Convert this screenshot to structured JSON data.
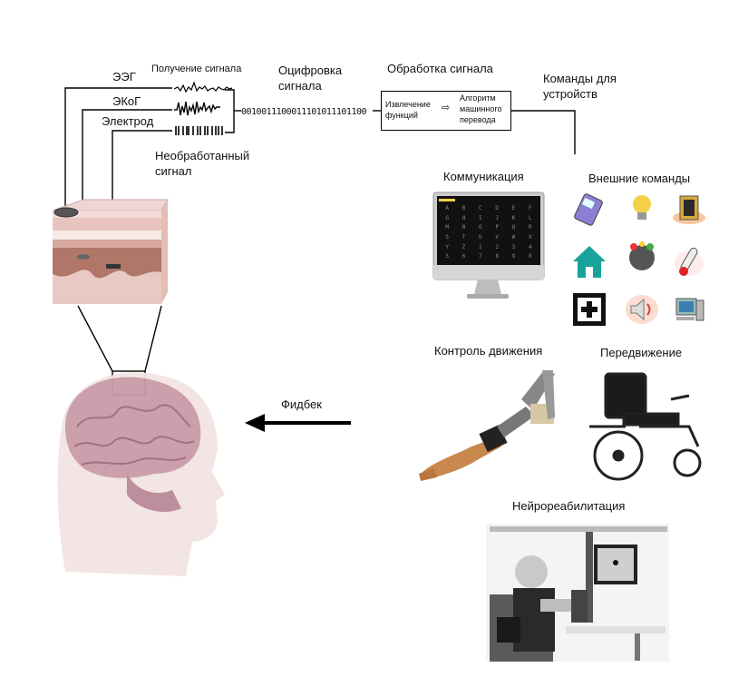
{
  "labels": {
    "eeg": "ЭЭГ",
    "ecog": "ЭКоГ",
    "electrode": "Электрод",
    "signal_acquisition": "Получение сигнала",
    "raw_signal_line1": "Необработанный",
    "raw_signal_line2": "сигнал",
    "digitization_line1": "Оцифровка",
    "digitization_line2": "сигнала",
    "binary": "0010011100011101011101100",
    "signal_processing": "Обработка сигнала",
    "feature_extraction_line1": "Извлечение",
    "feature_extraction_line2": "функций",
    "algorithm_line1": "Алгоритм",
    "algorithm_line2": "машинного",
    "algorithm_line3": "перевода",
    "device_commands_line1": "Команды для",
    "device_commands_line2": "устройств",
    "communication": "Коммуникация",
    "external_commands": "Внешние команды",
    "motion_control": "Контроль движения",
    "locomotion": "Передвижение",
    "neurorehab": "Нейрореабилитация",
    "feedback": "Фидбек"
  },
  "keyboard_chars": [
    "A",
    "B",
    "C",
    "D",
    "E",
    "F",
    "G",
    "H",
    "I",
    "J",
    "K",
    "L",
    "M",
    "N",
    "O",
    "P",
    "Q",
    "R",
    "S",
    "T",
    "U",
    "V",
    "W",
    "X",
    "Y",
    "Z",
    "1",
    "2",
    "3",
    "4",
    "5",
    "6",
    "7",
    "8",
    "9",
    "0"
  ],
  "icons": [
    "phone-icon",
    "light-bulb-icon",
    "safe-icon",
    "home-icon",
    "head-icon",
    "thermometer-icon",
    "plus-icon",
    "speaker-icon",
    "computer-icon"
  ],
  "colors": {
    "brain": "#c99aa8",
    "skin": "#f1d9d4",
    "tissue": "#b07668",
    "home": "#18a39a",
    "arrow": "#000000"
  }
}
